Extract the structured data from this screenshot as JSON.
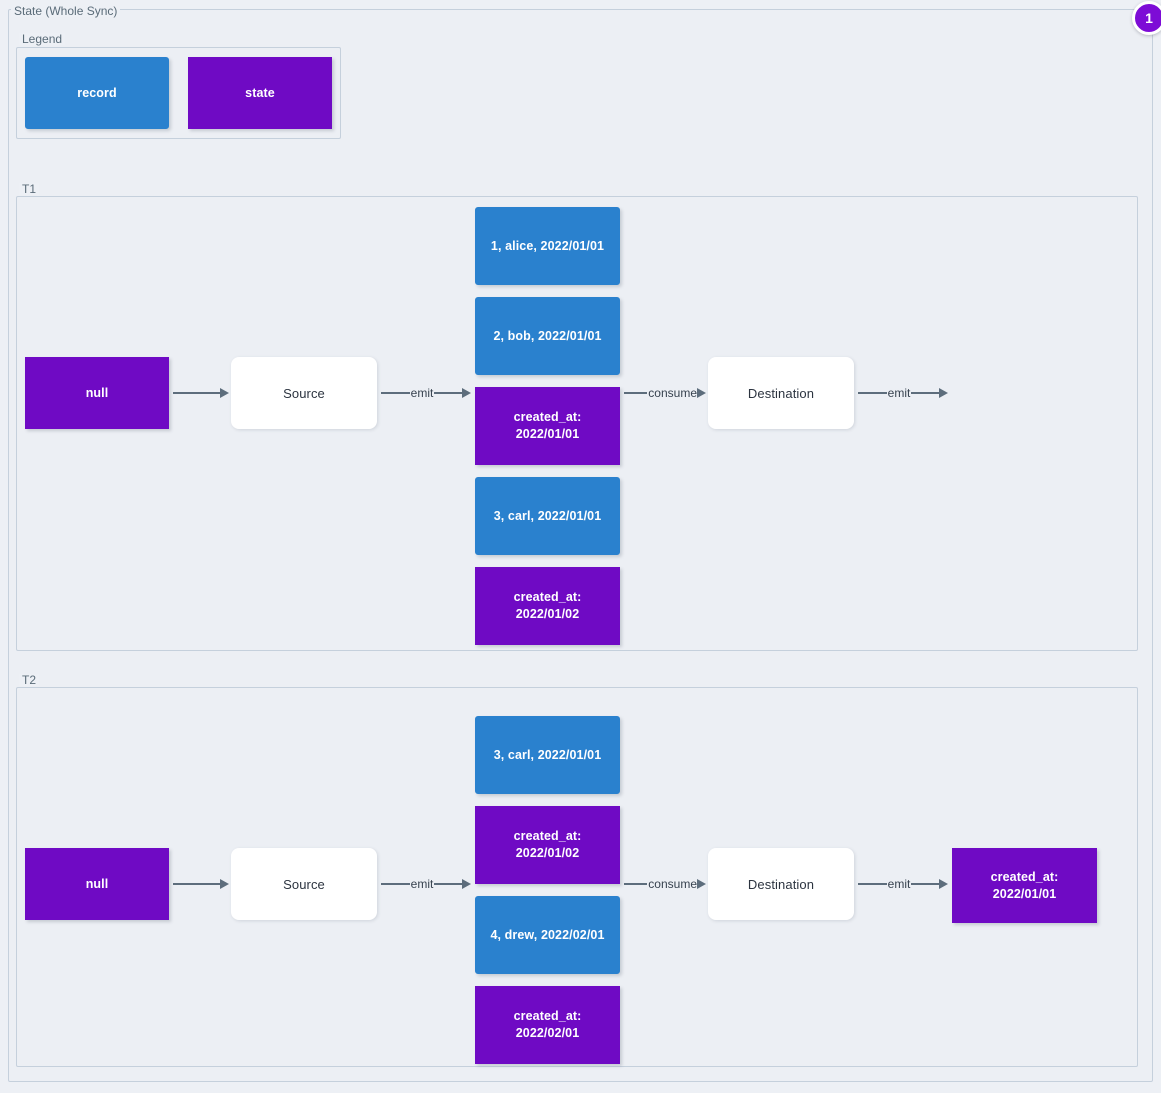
{
  "diagram": {
    "title": "State (Whole Sync)",
    "badge": "1",
    "colors": {
      "record": "#2a81ce",
      "state": "#6f0ac4",
      "background": "#edf0f5",
      "frame": "#c5d0dc",
      "edge": "#5d6d7c",
      "badge": "#7d0cd6"
    }
  },
  "legend": {
    "label": "Legend",
    "items": [
      {
        "label": "record",
        "kind": "record"
      },
      {
        "label": "state",
        "kind": "state"
      }
    ]
  },
  "t1": {
    "label": "T1",
    "nodes": {
      "null_state": "null",
      "source": "Source",
      "destination": "Destination"
    },
    "stream": [
      {
        "kind": "record",
        "label": "1, alice, 2022/01/01"
      },
      {
        "kind": "record",
        "label": "2, bob, 2022/01/01"
      },
      {
        "kind": "state",
        "label": "created_at:\n2022/01/01"
      },
      {
        "kind": "record",
        "label": "3, carl, 2022/01/01"
      },
      {
        "kind": "state",
        "label": "created_at:\n2022/01/02"
      }
    ],
    "edges": {
      "state_to_source": "",
      "source_emit": "emit",
      "consume": "consume",
      "dest_emit": "emit"
    }
  },
  "t2": {
    "label": "T2",
    "nodes": {
      "null_state": "null",
      "source": "Source",
      "destination": "Destination",
      "output_state": "created_at:\n2022/01/01"
    },
    "stream": [
      {
        "kind": "record",
        "label": "3, carl, 2022/01/01"
      },
      {
        "kind": "state",
        "label": "created_at:\n2022/01/02"
      },
      {
        "kind": "record",
        "label": "4, drew, 2022/02/01"
      },
      {
        "kind": "state",
        "label": "created_at:\n2022/02/01"
      }
    ],
    "edges": {
      "state_to_source": "",
      "source_emit": "emit",
      "consume": "consume",
      "dest_emit": "emit"
    }
  }
}
